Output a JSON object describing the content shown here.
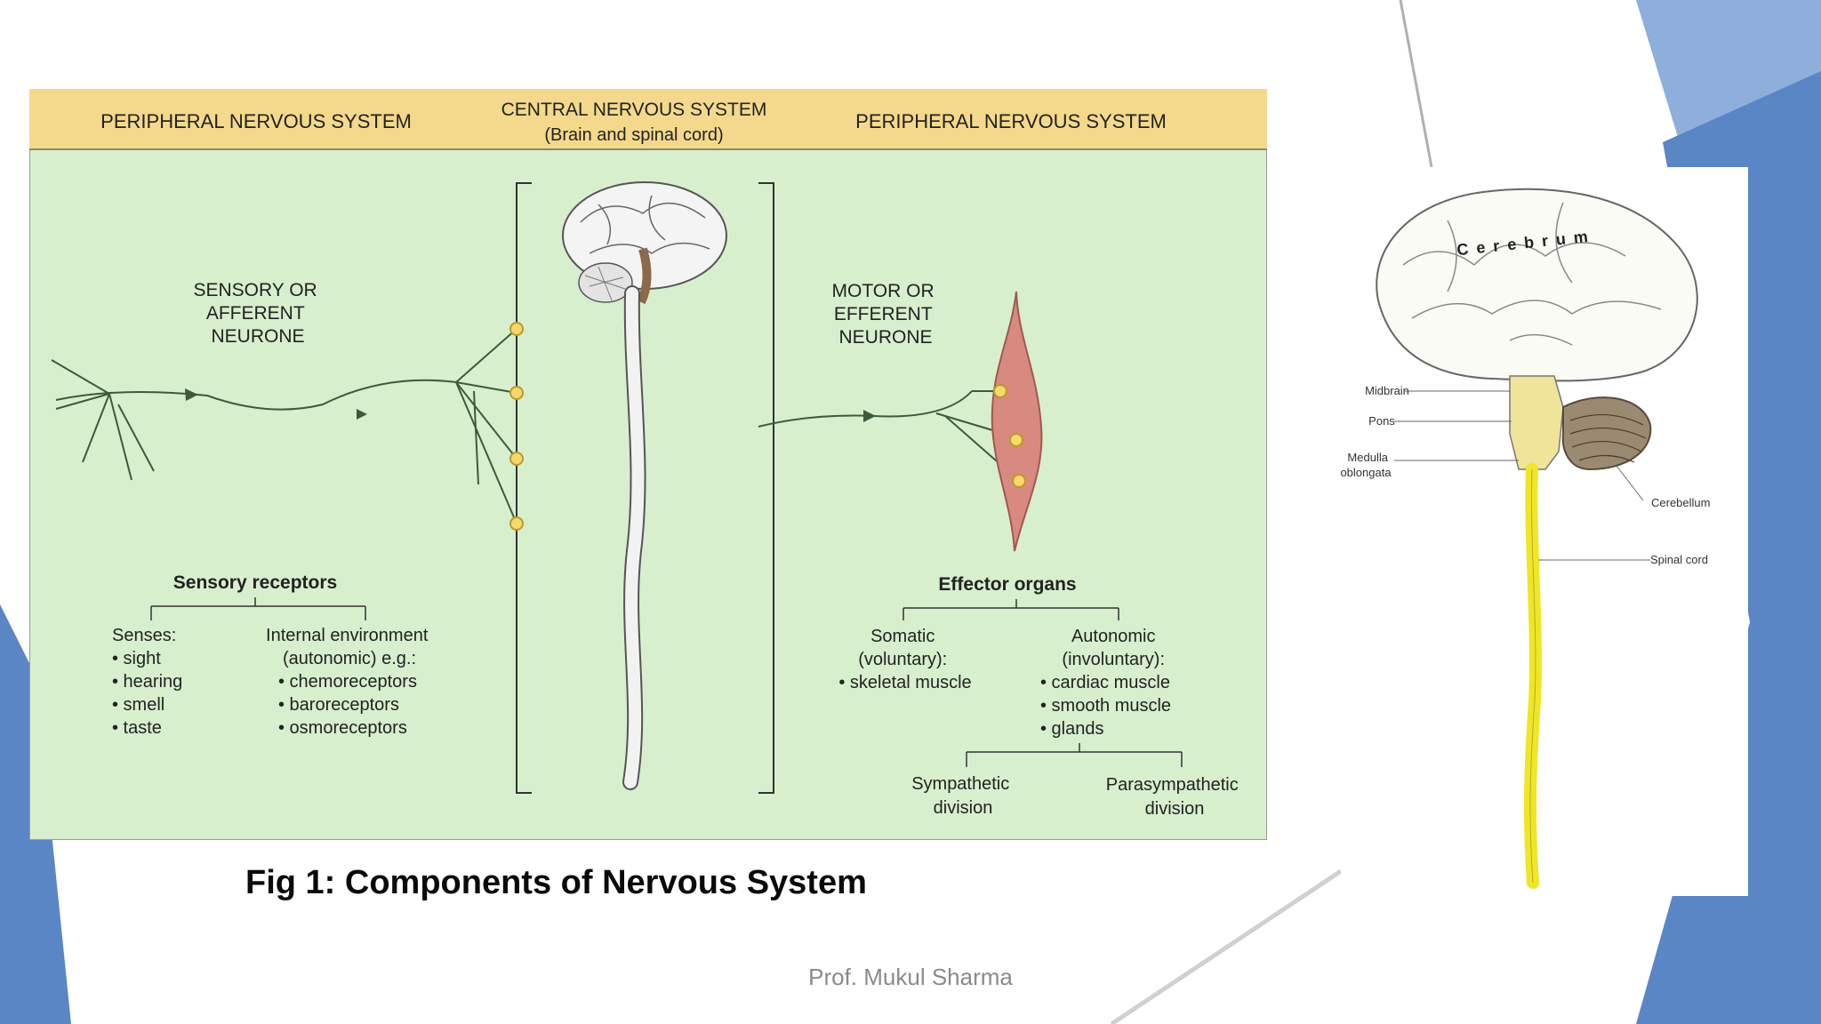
{
  "slide": {
    "caption": "Fig 1: Components of Nervous System",
    "author": "Prof. Mukul Sharma"
  },
  "diagram": {
    "header_left": "PERIPHERAL NERVOUS SYSTEM",
    "header_center_line1": "CENTRAL NERVOUS SYSTEM",
    "header_center_line2": "(Brain and spinal cord)",
    "header_right": "PERIPHERAL NERVOUS SYSTEM",
    "afferent_lines": [
      "SENSORY OR",
      "AFFERENT",
      "NEURONE"
    ],
    "efferent_lines": [
      "MOTOR OR",
      "EFFERENT",
      "NEURONE"
    ],
    "sensory_receptors_title": "Sensory receptors",
    "senses_heading": "Senses:",
    "senses_items": [
      "• sight",
      "• hearing",
      "• smell",
      "• taste"
    ],
    "internal_heading_lines": [
      "Internal environment",
      "(autonomic) e.g.:"
    ],
    "internal_items": [
      "• chemoreceptors",
      "• baroreceptors",
      "• osmoreceptors"
    ],
    "effector_title": "Effector organs",
    "somatic_lines": [
      "Somatic",
      "(voluntary):",
      "• skeletal muscle"
    ],
    "autonomic_lines": [
      "Autonomic",
      "(involuntary):",
      "• cardiac muscle",
      "• smooth muscle",
      "• glands"
    ],
    "sympathetic_lines": [
      "Sympathetic",
      "division"
    ],
    "parasympathetic_lines": [
      "Parasympathetic",
      "division"
    ]
  },
  "brain_labels": {
    "cerebrum": "Cerebrum",
    "midbrain": "Midbrain",
    "pons": "Pons",
    "medulla_line1": "Medulla",
    "medulla_line2": "oblongata",
    "cerebellum": "Cerebellum",
    "spinal_cord": "Spinal cord"
  },
  "colors": {
    "header_fill": "#f4d98c",
    "diagram_fill": "#d8efce",
    "slide_accent": "#5b86c5",
    "muscle": "#d98a80",
    "spinal_cord_yellow": "#f0e628"
  }
}
